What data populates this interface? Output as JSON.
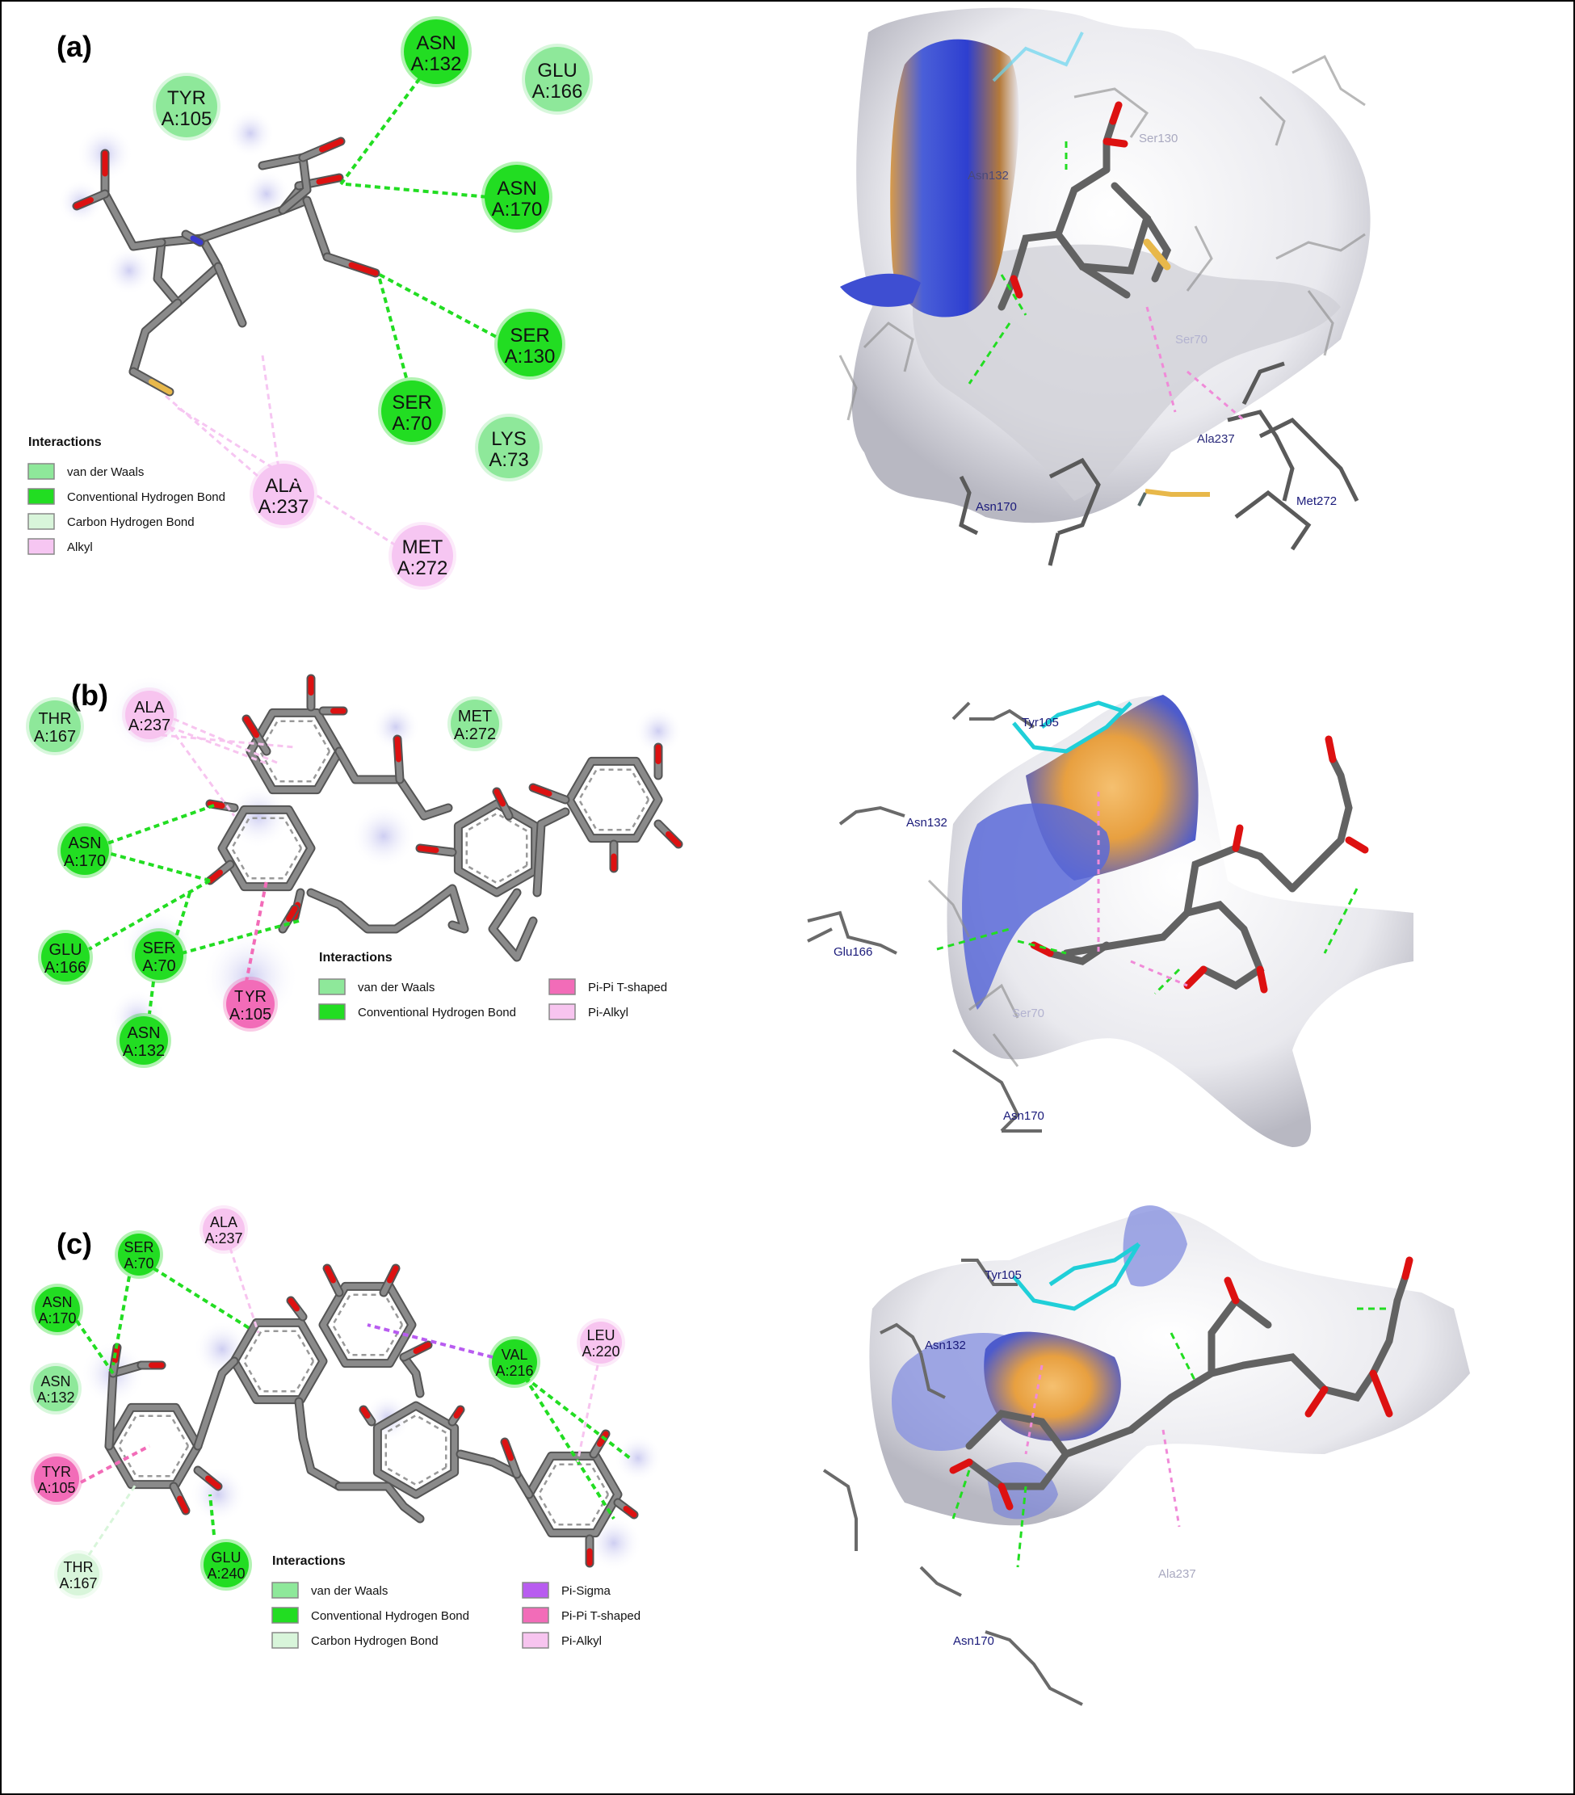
{
  "colors": {
    "vdw": "#8ee89a",
    "hbond": "#22dd22",
    "chbond": "#d8f5da",
    "alkyl": "#f6c6f2",
    "pisigma": "#b85cf0",
    "pipi": "#f26cb8",
    "pialkyl": "#f7c4ef",
    "bond": "#8a8a8a",
    "oxygen": "#dd1111",
    "sulfur": "#e8b84a",
    "nitrogen": "#3a3acc"
  },
  "panels": [
    {
      "label": "(a)",
      "residues": [
        {
          "n1": "ASN",
          "n2": "A:132",
          "type": "hbond"
        },
        {
          "n1": "GLU",
          "n2": "A:166",
          "type": "vdw"
        },
        {
          "n1": "TYR",
          "n2": "A:105",
          "type": "vdw"
        },
        {
          "n1": "ASN",
          "n2": "A:170",
          "type": "hbond"
        },
        {
          "n1": "SER",
          "n2": "A:130",
          "type": "hbond"
        },
        {
          "n1": "SER",
          "n2": "A:70",
          "type": "hbond"
        },
        {
          "n1": "LYS",
          "n2": "A:73",
          "type": "vdw"
        },
        {
          "n1": "ALA",
          "n2": "A:237",
          "type": "alkyl"
        },
        {
          "n1": "MET",
          "n2": "A:272",
          "type": "alkyl"
        }
      ],
      "legend": {
        "title": "Interactions",
        "items": [
          {
            "label": "van der Waals",
            "type": "vdw"
          },
          {
            "label": "Conventional Hydrogen Bond",
            "type": "hbond"
          },
          {
            "label": "Carbon Hydrogen Bond",
            "type": "chbond"
          },
          {
            "label": "Alkyl",
            "type": "alkyl"
          }
        ]
      },
      "view3d_labels": [
        "Asn132",
        "Ser130",
        "Ser70",
        "Ala237",
        "Asn170",
        "Met272"
      ]
    },
    {
      "label": "(b)",
      "residues": [
        {
          "n1": "THR",
          "n2": "A:167",
          "type": "vdw"
        },
        {
          "n1": "ALA",
          "n2": "A:237",
          "type": "pialkyl"
        },
        {
          "n1": "MET",
          "n2": "A:272",
          "type": "vdw"
        },
        {
          "n1": "ASN",
          "n2": "A:170",
          "type": "hbond"
        },
        {
          "n1": "GLU",
          "n2": "A:166",
          "type": "hbond"
        },
        {
          "n1": "SER",
          "n2": "A:70",
          "type": "hbond"
        },
        {
          "n1": "TYR",
          "n2": "A:105",
          "type": "pipi"
        },
        {
          "n1": "ASN",
          "n2": "A:132",
          "type": "hbond"
        }
      ],
      "legend": {
        "title": "Interactions",
        "items": [
          {
            "label": "van der Waals",
            "type": "vdw"
          },
          {
            "label": "Conventional Hydrogen Bond",
            "type": "hbond"
          },
          {
            "label": "Pi-Pi T-shaped",
            "type": "pipi"
          },
          {
            "label": "Pi-Alkyl",
            "type": "pialkyl"
          }
        ]
      },
      "view3d_labels": [
        "Tyr105",
        "Asn132",
        "Glu166",
        "Ser70",
        "Asn170"
      ]
    },
    {
      "label": "(c)",
      "residues": [
        {
          "n1": "SER",
          "n2": "A:70",
          "type": "hbond"
        },
        {
          "n1": "ALA",
          "n2": "A:237",
          "type": "pialkyl"
        },
        {
          "n1": "ASN",
          "n2": "A:170",
          "type": "hbond"
        },
        {
          "n1": "ASN",
          "n2": "A:132",
          "type": "vdw"
        },
        {
          "n1": "TYR",
          "n2": "A:105",
          "type": "pipi"
        },
        {
          "n1": "THR",
          "n2": "A:167",
          "type": "chbond"
        },
        {
          "n1": "GLU",
          "n2": "A:240",
          "type": "hbond"
        },
        {
          "n1": "VAL",
          "n2": "A:216",
          "type": "hbond"
        },
        {
          "n1": "LEU",
          "n2": "A:220",
          "type": "pialkyl"
        }
      ],
      "legend": {
        "title": "Interactions",
        "items": [
          {
            "label": "van der Waals",
            "type": "vdw"
          },
          {
            "label": "Conventional Hydrogen Bond",
            "type": "hbond"
          },
          {
            "label": "Carbon Hydrogen Bond",
            "type": "chbond"
          },
          {
            "label": "Pi-Sigma",
            "type": "pisigma"
          },
          {
            "label": "Pi-Pi T-shaped",
            "type": "pipi"
          },
          {
            "label": "Pi-Alkyl",
            "type": "pialkyl"
          }
        ]
      },
      "view3d_labels": [
        "Tyr105",
        "Asn132",
        "Ala237",
        "Asn170"
      ]
    }
  ]
}
